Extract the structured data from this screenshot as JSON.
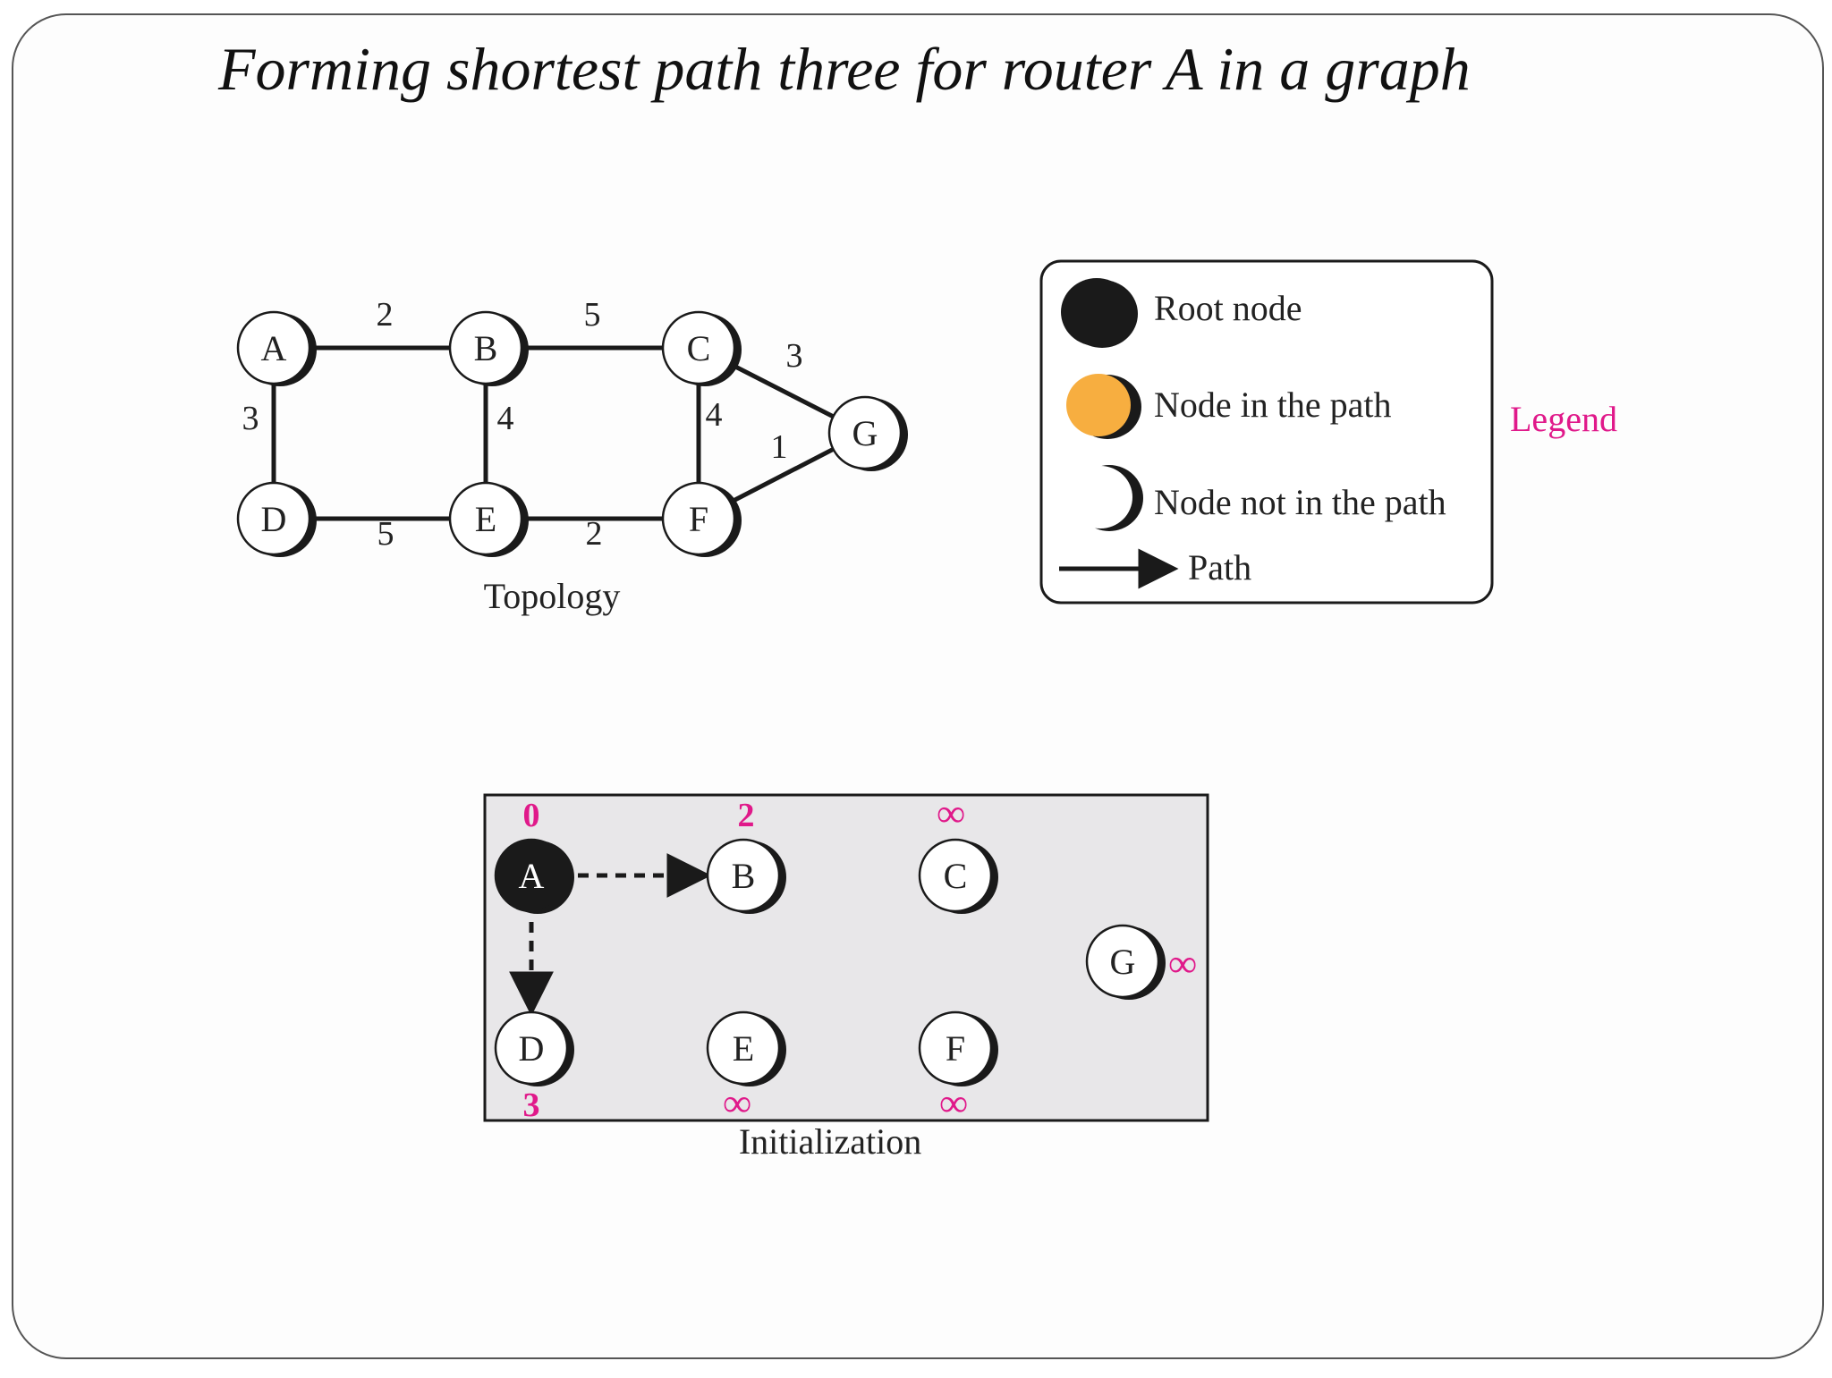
{
  "title": "Forming shortest path three for router A in a graph",
  "colors": {
    "accent": "#e0198a",
    "root_fill": "#1a1a1a",
    "path_node_fill": "#f7ae40",
    "panel_fill": "#e8e7e9",
    "ink": "#1a1a1a"
  },
  "topology": {
    "caption": "Topology",
    "nodes": [
      "A",
      "B",
      "C",
      "D",
      "E",
      "F",
      "G"
    ],
    "edges": [
      {
        "from": "A",
        "to": "B",
        "weight": "2"
      },
      {
        "from": "B",
        "to": "C",
        "weight": "5"
      },
      {
        "from": "A",
        "to": "D",
        "weight": "3"
      },
      {
        "from": "B",
        "to": "E",
        "weight": "4"
      },
      {
        "from": "C",
        "to": "F",
        "weight": "4"
      },
      {
        "from": "C",
        "to": "G",
        "weight": "3"
      },
      {
        "from": "F",
        "to": "G",
        "weight": "1"
      },
      {
        "from": "D",
        "to": "E",
        "weight": "5"
      },
      {
        "from": "E",
        "to": "F",
        "weight": "2"
      }
    ]
  },
  "legend": {
    "title": "Legend",
    "items": [
      {
        "label": "Root node",
        "kind": "root"
      },
      {
        "label": "Node in the path",
        "kind": "in-path"
      },
      {
        "label": "Node not in the path",
        "kind": "not-in-path"
      },
      {
        "label": "Path",
        "kind": "arrow"
      }
    ]
  },
  "initialization": {
    "caption": "Initialization",
    "nodes": [
      {
        "id": "A",
        "cost": "0",
        "state": "root"
      },
      {
        "id": "B",
        "cost": "2",
        "state": "not-in-path"
      },
      {
        "id": "C",
        "cost": "∞",
        "state": "not-in-path"
      },
      {
        "id": "D",
        "cost": "3",
        "state": "not-in-path"
      },
      {
        "id": "E",
        "cost": "∞",
        "state": "not-in-path"
      },
      {
        "id": "F",
        "cost": "∞",
        "state": "not-in-path"
      },
      {
        "id": "G",
        "cost": "∞",
        "state": "not-in-path"
      }
    ],
    "paths": [
      {
        "from": "A",
        "to": "B"
      },
      {
        "from": "A",
        "to": "D"
      }
    ]
  }
}
